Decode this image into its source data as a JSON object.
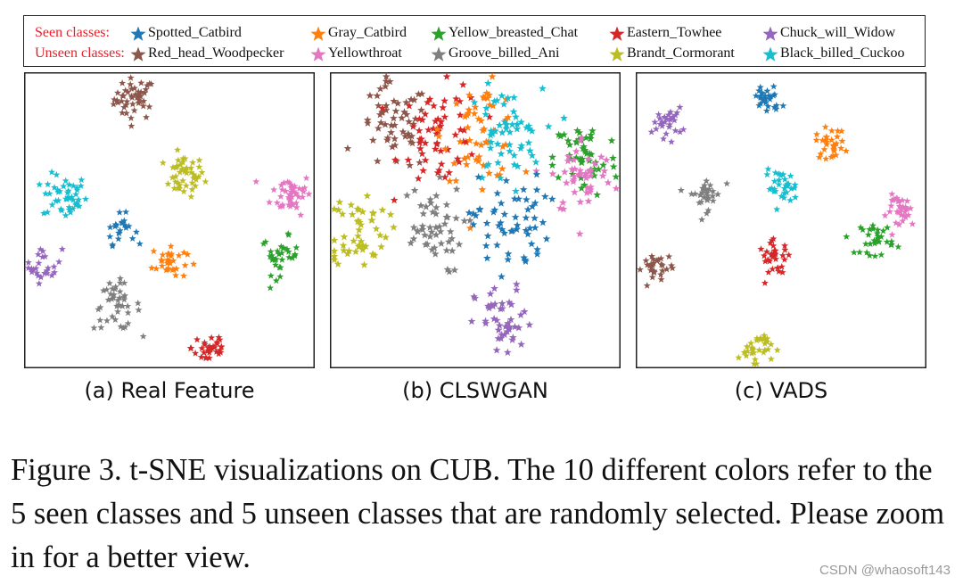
{
  "legend": {
    "seen_label": "Seen classes:",
    "unseen_label": "Unseen classes:",
    "seen": [
      {
        "name": "Spotted_Catbird",
        "color": "#1f77b4"
      },
      {
        "name": "Gray_Catbird",
        "color": "#ff7f0e"
      },
      {
        "name": "Yellow_breasted_Chat",
        "color": "#2ca02c"
      },
      {
        "name": "Eastern_Towhee",
        "color": "#d62728"
      },
      {
        "name": "Chuck_will_Widow",
        "color": "#9467bd"
      }
    ],
    "unseen": [
      {
        "name": "Red_head_Woodpecker",
        "color": "#8c564b"
      },
      {
        "name": "Yellowthroat",
        "color": "#e377c2"
      },
      {
        "name": "Groove_billed_Ani",
        "color": "#7f7f7f"
      },
      {
        "name": "Brandt_Cormorant",
        "color": "#bcbd22"
      },
      {
        "name": "Black_billed_Cuckoo",
        "color": "#17becf"
      }
    ]
  },
  "chart_data": [
    {
      "type": "scatter",
      "title": "(a) Real Feature",
      "marker": "star",
      "clusters": [
        {
          "class": "Red_head_Woodpecker",
          "center": [
            0.38,
            0.91
          ],
          "spread": 0.035,
          "points": 45
        },
        {
          "class": "Brandt_Cormorant",
          "center": [
            0.55,
            0.65
          ],
          "spread": 0.035,
          "points": 45
        },
        {
          "class": "Black_billed_Cuckoo",
          "center": [
            0.14,
            0.58
          ],
          "spread": 0.038,
          "points": 45
        },
        {
          "class": "Yellowthroat",
          "center": [
            0.92,
            0.59
          ],
          "spread": 0.035,
          "points": 45
        },
        {
          "class": "Spotted_Catbird",
          "center": [
            0.33,
            0.47
          ],
          "spread": 0.025,
          "points": 22
        },
        {
          "class": "Gray_Catbird",
          "center": [
            0.5,
            0.36
          ],
          "spread": 0.03,
          "points": 32
        },
        {
          "class": "Chuck_will_Widow",
          "center": [
            0.07,
            0.35
          ],
          "spread": 0.03,
          "points": 25
        },
        {
          "class": "Yellow_breasted_Chat",
          "center": [
            0.88,
            0.38
          ],
          "spread": 0.032,
          "points": 32
        },
        {
          "class": "Groove_billed_Ani",
          "center": [
            0.32,
            0.21
          ],
          "spread": 0.04,
          "points": 42
        },
        {
          "class": "Eastern_Towhee",
          "center": [
            0.64,
            0.07
          ],
          "spread": 0.032,
          "points": 32
        }
      ]
    },
    {
      "type": "scatter",
      "title": "(b) CLSWGAN",
      "marker": "star",
      "clusters": [
        {
          "class": "Red_head_Woodpecker",
          "center": [
            0.22,
            0.81
          ],
          "spread": 0.06,
          "points": 55
        },
        {
          "class": "Eastern_Towhee",
          "center": [
            0.38,
            0.79
          ],
          "spread": 0.07,
          "points": 60
        },
        {
          "class": "Gray_Catbird",
          "center": [
            0.52,
            0.8
          ],
          "spread": 0.065,
          "points": 55
        },
        {
          "class": "Black_billed_Cuckoo",
          "center": [
            0.6,
            0.78
          ],
          "spread": 0.065,
          "points": 55
        },
        {
          "class": "Yellow_breasted_Chat",
          "center": [
            0.88,
            0.71
          ],
          "spread": 0.055,
          "points": 50
        },
        {
          "class": "Yellowthroat",
          "center": [
            0.87,
            0.65
          ],
          "spread": 0.055,
          "points": 45
        },
        {
          "class": "Brandt_Cormorant",
          "center": [
            0.1,
            0.47
          ],
          "spread": 0.05,
          "points": 50
        },
        {
          "class": "Groove_billed_Ani",
          "center": [
            0.34,
            0.47
          ],
          "spread": 0.06,
          "points": 50
        },
        {
          "class": "Spotted_Catbird",
          "center": [
            0.62,
            0.49
          ],
          "spread": 0.065,
          "points": 55
        },
        {
          "class": "Chuck_will_Widow",
          "center": [
            0.6,
            0.15
          ],
          "spread": 0.05,
          "points": 45
        }
      ]
    },
    {
      "type": "scatter",
      "title": "(c) VADS",
      "marker": "star",
      "clusters": [
        {
          "class": "Spotted_Catbird",
          "center": [
            0.45,
            0.91
          ],
          "spread": 0.025,
          "points": 30
        },
        {
          "class": "Chuck_will_Widow",
          "center": [
            0.11,
            0.83
          ],
          "spread": 0.025,
          "points": 28
        },
        {
          "class": "Gray_Catbird",
          "center": [
            0.67,
            0.76
          ],
          "spread": 0.025,
          "points": 30
        },
        {
          "class": "Groove_billed_Ani",
          "center": [
            0.24,
            0.59
          ],
          "spread": 0.028,
          "points": 32
        },
        {
          "class": "Black_billed_Cuckoo",
          "center": [
            0.5,
            0.61
          ],
          "spread": 0.028,
          "points": 32
        },
        {
          "class": "Yellowthroat",
          "center": [
            0.92,
            0.53
          ],
          "spread": 0.028,
          "points": 32
        },
        {
          "class": "Yellow_breasted_Chat",
          "center": [
            0.83,
            0.44
          ],
          "spread": 0.028,
          "points": 32
        },
        {
          "class": "Eastern_Towhee",
          "center": [
            0.48,
            0.37
          ],
          "spread": 0.028,
          "points": 32
        },
        {
          "class": "Red_head_Woodpecker",
          "center": [
            0.07,
            0.34
          ],
          "spread": 0.028,
          "points": 30
        },
        {
          "class": "Brandt_Cormorant",
          "center": [
            0.41,
            0.07
          ],
          "spread": 0.028,
          "points": 30
        }
      ]
    }
  ],
  "figure_caption": "Figure 3.  t-SNE visualizations on CUB. The 10 different colors refer to the 5 seen classes and 5 unseen classes that are randomly selected. Please zoom in for a better view.",
  "watermark": "CSDN @whaosoft143"
}
